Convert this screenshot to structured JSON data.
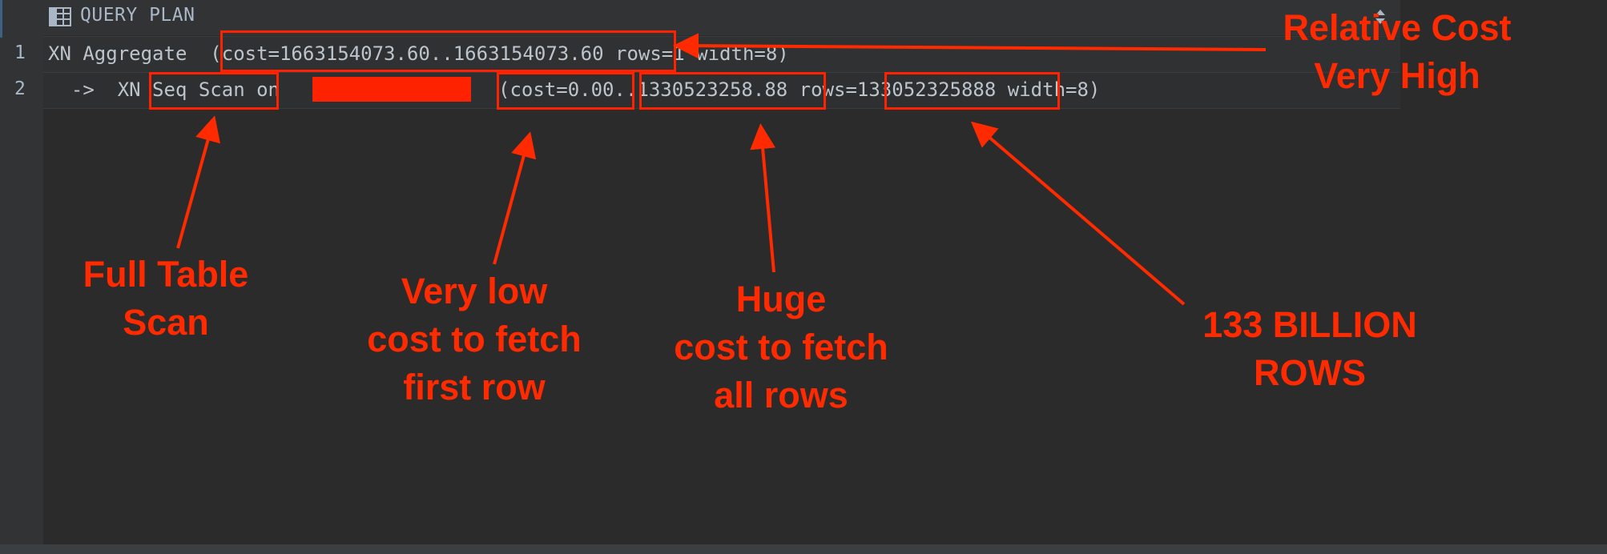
{
  "panel": {
    "header_label": "QUERY PLAN"
  },
  "rows": [
    {
      "line_number": "1",
      "text": "XN Aggregate  (cost=1663154073.60..1663154073.60 rows=1 width=8)"
    },
    {
      "line_number": "2",
      "text_prefix": "  ->  XN Seq Scan on ",
      "text_suffix": "(cost=0.00..1330523258.88 rows=133052325888 width=8)"
    }
  ],
  "annotations": {
    "relative_cost": "Relative Cost\nVery High",
    "full_table_scan": "Full Table\nScan",
    "low_first_row": "Very low\ncost to fetch\nfirst row",
    "huge_all_rows": "Huge\ncost to fetch\nall rows",
    "billion_rows": "133 BILLION\nROWS"
  },
  "colors": {
    "background": "#2b2b2b",
    "text": "#bcc4cc",
    "annotation_red": "#ff2a00"
  },
  "icons": {
    "header": "table-grid-icon",
    "sort": "sort-arrows-icon"
  }
}
